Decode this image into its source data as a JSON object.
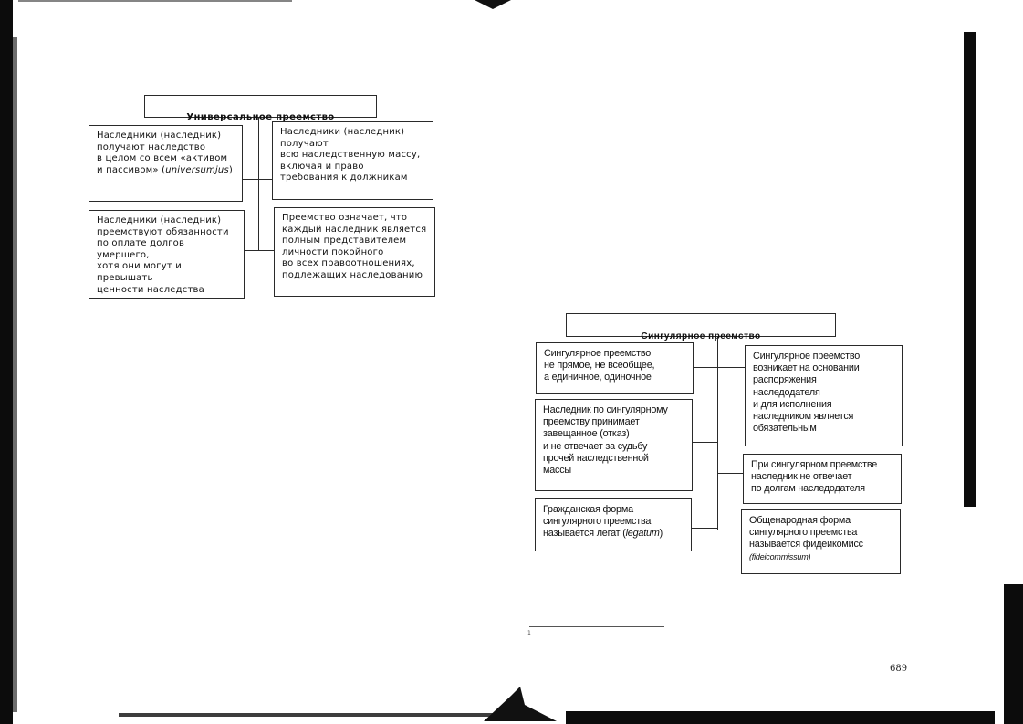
{
  "universal": {
    "title": "Универсальное преемство",
    "box1": {
      "text": "Наследники (наследник)\nполучают наследство\nв целом со всем «активом\nи пассивом» (",
      "italic": "universumjus",
      "tail": ")"
    },
    "box2": "Наследники (наследник)\nполучают\nвсю наследственную массу,\nвключая и право\nтребования к должникам",
    "box3": "Наследники (наследник)\nпреемствуют обязанности\nпо оплате долгов умершего,\nхотя они могут и превышать\nценности наследства",
    "box4": "Преемство означает, что\nкаждый наследник является\nполным представителем\nличности покойного\nво всех правоотношениях,\nподлежащих наследованию"
  },
  "singular": {
    "title": "Сингулярное преемство",
    "box1": "Сингулярное преемство\nне прямое, не всеобщее,\nа единичное, одиночное",
    "box2": "Наследник по сингулярному\nпреемству принимает\nзавещанное (отказ)\nи не отвечает за судьбу\nпрочей наследственной\nмассы",
    "box3": {
      "text": "Гражданская форма\nсингулярного преемства\nназывается легат (",
      "italic": "legatum",
      "tail": ")"
    },
    "box4": "Сингулярное преемство\nвозникает на основании\nраспоряжения\nнаследодателя\nи для исполнения\nнаследником является\nобязательным",
    "box5": "При сингулярном преемстве\nнаследник не отвечает\nпо долгам наследодателя",
    "box6": {
      "text": "Общенародная форма\nсингулярного преемства\nназывается фидеикомисс\n",
      "italic": "(fideicommissum)"
    }
  },
  "footnote_marker": "1",
  "page_number": "689"
}
